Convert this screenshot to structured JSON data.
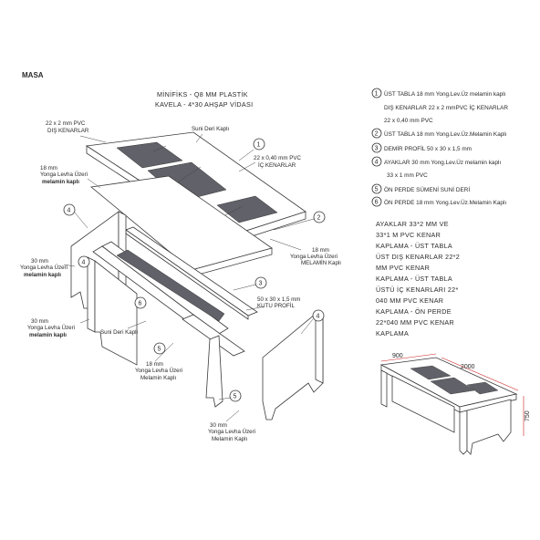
{
  "title": "MASA",
  "header_note": [
    "MİNİFİKS - Q8 MM PLASTİK",
    "KAVELA - 4*30 AHŞAP VİDASI"
  ],
  "labels": {
    "pvc_outer": [
      "22 x 2 mm PVC",
      "DIŞ KENARLAR"
    ],
    "suni_deri_top": "Suni Deri Kaplı",
    "pvc_inner": [
      "22 x 0,40 mm PVC",
      "İÇ KENARLAR"
    ],
    "top_board": [
      "18 mm",
      "Yonga Levha Üzeri",
      "melamin kaplı"
    ],
    "under_board": [
      "18 mm",
      "Yonga Levha Üzeri",
      "MELAMİN Kaplı"
    ],
    "left_leg": [
      "30 mm",
      "Yonga Levha Üzeri",
      "melamin kaplı"
    ],
    "left_leg_2": [
      "30 mm",
      "Yonga Levha Üzeri",
      "melamin kaplı"
    ],
    "profil": [
      "50 x 30 x 1,5 mm",
      "KUTU PROFİL"
    ],
    "suni_deri_front": "Suni Deri Kaplı",
    "front_panel": [
      "18 mm",
      "Yonga Levha Üzeri",
      "Melamin Kaplı"
    ],
    "right_leg": [
      "30 mm",
      "Yonga Levha Üzeri",
      "Melamin Kaplı"
    ]
  },
  "callouts": [
    "1",
    "2",
    "3",
    "4",
    "4",
    "4",
    "5",
    "6"
  ],
  "legend": [
    {
      "num": "1",
      "lines": [
        "ÜST TABLA 18 mm Yong.Lev.Üz melamin kaplı",
        "DIŞ KENARLAR 22 x 2 mmPVC İÇ KENARLAR",
        "22 x 0,40 mm PVC"
      ]
    },
    {
      "num": "2",
      "lines": [
        "ÜST TABLA 18 mm Yong.Lev.Üz.Melamin Kaplı"
      ]
    },
    {
      "num": "3",
      "lines": [
        "DEMİR PROFİL  50 x 30 x 1,5 mm"
      ]
    },
    {
      "num": "4",
      "lines": [
        "AYAKLAR 30 mm  Yong.Lev.Üz melamin kaplı",
        "33 x 1 mm PVC"
      ]
    },
    {
      "num": "5",
      "lines": [
        "ÖN PERDE SÜMENİ SUNİ DERİ"
      ]
    },
    {
      "num": "6",
      "lines": [
        "ÖN PERDE 18 mm Yong.Lev.Üz.Melamin Kaplı"
      ]
    }
  ],
  "spec_text": [
    "AYAKLAR 33*2 MM VE",
    "33*1 M PVC KENAR",
    "KAPLAMA - ÜST TABLA",
    "ÜST DIŞ KENARLAR 22*2",
    "MM PVC KENAR",
    "KAPLAMA - ÜST TABLA",
    "ÜSTÜ İÇ KENARLARI 22*",
    "040 MM PVC KENAR",
    "KAPLAMA - ÖN PERDE",
    "22*040 MM PVC KENAR",
    "KAPLAMA"
  ],
  "dimensions": {
    "depth": "900",
    "width": "2000",
    "height": "750"
  },
  "colors": {
    "ink": "#2a2a2a",
    "leather": "#5f5f68",
    "dim_red": "#cc2222"
  }
}
